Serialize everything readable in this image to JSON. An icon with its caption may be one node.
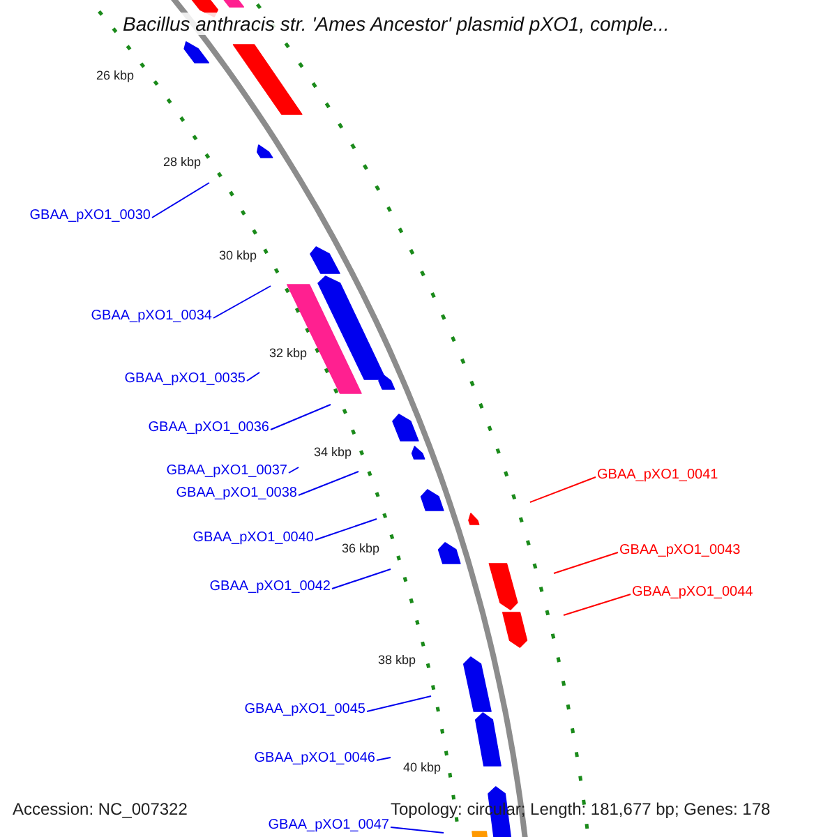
{
  "diagram": {
    "title": "Bacillus anthracis str. 'Ames Ancestor' plasmid pXO1, comple...",
    "nodes": [
      {
        "text": [
          "GBAA_pXO1_0030"
        ]
      },
      {
        "text": [
          "GBAA_pXO1_0034"
        ]
      },
      {
        "text": [
          "GBAA_pXO1_0035"
        ]
      },
      {
        "text": [
          "GBAA_pXO1_0036"
        ]
      },
      {
        "text": [
          "GBAA_pXO1_0037"
        ]
      },
      {
        "text": [
          "GBAA_pXO1_0038"
        ]
      },
      {
        "text": [
          "GBAA_pXO1_0040"
        ]
      },
      {
        "text": [
          "GBAA_pXO1_0041"
        ]
      },
      {
        "text": [
          "GBAA_pXO1_0042"
        ]
      },
      {
        "text": [
          "GBAA_pXO1_0043"
        ]
      },
      {
        "text": [
          "GBAA_pXO1_0044"
        ]
      },
      {
        "text": [
          "GBAA_pXO1_0045"
        ]
      },
      {
        "text": [
          "GBAA_pXO1_0046"
        ]
      },
      {
        "text": [
          "GBAA_pXO1_0047"
        ]
      }
    ],
    "edges": [
      {
        "from": 0,
        "to": null,
        "arrow": "none"
      },
      {
        "from": 1,
        "to": null,
        "arrow": "none"
      },
      {
        "from": 2,
        "to": null,
        "arrow": "none"
      },
      {
        "from": 3,
        "to": null,
        "arrow": "none"
      },
      {
        "from": 4,
        "to": null,
        "arrow": "none"
      },
      {
        "from": 5,
        "to": null,
        "arrow": "none"
      },
      {
        "from": 6,
        "to": null,
        "arrow": "none"
      },
      {
        "from": 7,
        "to": null,
        "arrow": "none",
        "color": "#ff0000"
      },
      {
        "from": 8,
        "to": null,
        "arrow": "none"
      },
      {
        "from": 9,
        "to": null,
        "arrow": "none",
        "color": "#ff0000"
      },
      {
        "from": 10,
        "to": null,
        "arrow": "none",
        "color": "#ff0000"
      },
      {
        "from": 11,
        "to": null,
        "arrow": "none"
      },
      {
        "from": 12,
        "to": null,
        "arrow": "none"
      },
      {
        "from": 13,
        "to": null,
        "arrow": "none"
      }
    ],
    "labels": [
      "26 kbp",
      "28 kbp",
      "30 kbp",
      "32 kbp",
      "34 kbp",
      "36 kbp",
      "38 kbp",
      "40 kbp",
      "Accession: NC_007322",
      "Topology: circular; Length: 181,677 bp; Genes: 178"
    ]
  }
}
